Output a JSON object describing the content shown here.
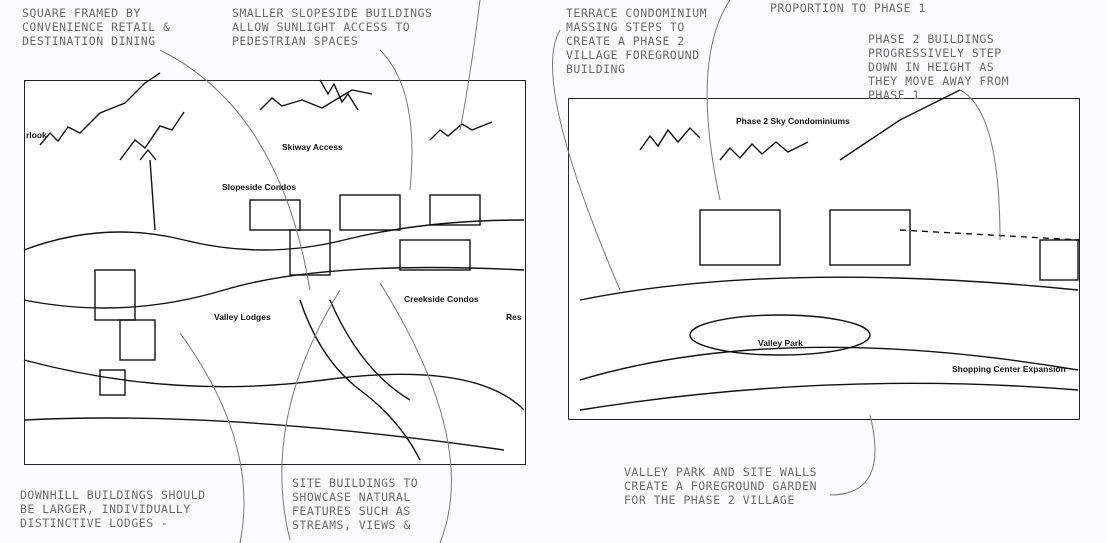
{
  "notes": {
    "square": "SQUARE FRAMED BY\nCONVENIENCE RETAIL &\nDESTINATION DINING",
    "smaller": "SMALLER SLOPESIDE BUILDINGS\nALLOW SUNLIGHT ACCESS TO\nPEDESTRIAN SPACES",
    "terrace": "TERRACE CONDOMINIUM\nMASSING STEPS TO\nCREATE A PHASE 2\nVILLAGE FOREGROUND\nBUILDING",
    "proportion": "PROPORTION TO PHASE 1",
    "phase2": "PHASE 2 BUILDINGS\nPROGRESSIVELY STEP\nDOWN IN HEIGHT AS\nTHEY MOVE AWAY FROM\nPHASE 1",
    "downhill": "DOWNHILL BUILDINGS SHOULD\nBE LARGER, INDIVIDUALLY\nDISTINCTIVE LODGES -",
    "site": "SITE BUILDINGS TO\nSHOWCASE NATURAL\nFEATURES SUCH AS\nSTREAMS, VIEWS &",
    "valley": "VALLEY PARK AND SITE WALLS\nCREATE A FOREGROUND GARDEN\nFOR THE PHASE 2 VILLAGE"
  },
  "labels": {
    "overlook": "rlook",
    "skiway": "Skiway Access",
    "slopeside": "Slopeside Condos",
    "creekside": "Creekside Condos",
    "valley_lodges": "Valley Lodges",
    "res": "Res",
    "sky": "Phase 2 Sky Condominiums",
    "valley_park": "Valley Park",
    "shopping": "Shopping Center Expansion"
  }
}
